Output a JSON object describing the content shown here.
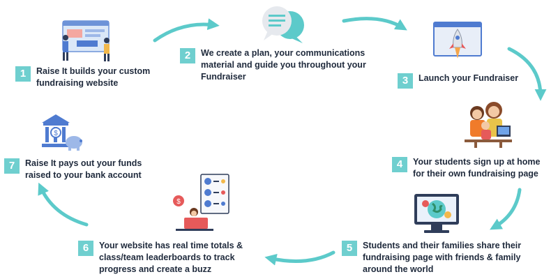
{
  "colors": {
    "accent": "#6fcfcf",
    "text": "#1f2a3c",
    "arrow": "#5ccaca"
  },
  "steps": [
    {
      "number": "1",
      "text": "Raise It builds your custom\nfundraising website",
      "icon": "website-builders-illustration"
    },
    {
      "number": "2",
      "text": "We create a plan, your communications\nmaterial and guide you throughout your\nFundraiser",
      "icon": "chat-bubbles-icon"
    },
    {
      "number": "3",
      "text": "Launch your Fundraiser",
      "icon": "rocket-browser-icon"
    },
    {
      "number": "4",
      "text": "Your students sign up at home\nfor their own fundraising page",
      "icon": "family-at-computer-illustration"
    },
    {
      "number": "5",
      "text": "Students and their families share their\nfundraising page with friends & family\naround the world",
      "icon": "globe-monitor-illustration"
    },
    {
      "number": "6",
      "text": "Your website has real time totals &\nclass/team leaderboards to track\nprogress and create a buzz",
      "icon": "leaderboard-illustration"
    },
    {
      "number": "7",
      "text": "Raise It pays out your funds\nraised to your bank account",
      "icon": "bank-piggy-icon"
    }
  ]
}
